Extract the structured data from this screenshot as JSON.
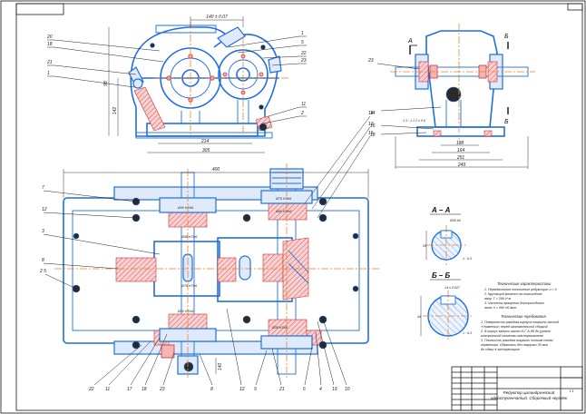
{
  "drawing": {
    "corner_stamp": "",
    "sheet_number": "",
    "top_view": {
      "dims": [
        "140 ± 0.07",
        "214",
        "305",
        "142",
        "98"
      ],
      "labels_left": [
        "20",
        "18",
        "21",
        "1"
      ],
      "labels_right": [
        "1",
        "5",
        "22",
        "23",
        "11",
        "2"
      ]
    },
    "side_view": {
      "section_marks": [
        "А",
        "Б",
        "Б"
      ],
      "dims": [
        "188",
        "164",
        "251",
        "249"
      ],
      "labels": [
        "23",
        "14",
        "16",
        "18"
      ],
      "note": "1  3 : 1  1 2 ± 0.5"
    },
    "main_view": {
      "dims": [
        "400",
        "140"
      ],
      "labels_left": [
        "7",
        "12",
        "3",
        "8",
        "2 5"
      ],
      "labels_top": [
        "14",
        "13",
        "15"
      ],
      "labels_bottom": [
        "22",
        "11",
        "17",
        "18",
        "23",
        "8",
        "12",
        "9",
        "21",
        "6",
        "4",
        "19",
        "10"
      ],
      "fits": [
        "Ø30 H7/k6",
        "Ø75 H7/k6",
        "Ø60 H7/n6",
        "Ø48 H7/n6",
        "Ø75 H7/k6",
        "Ø30 H7/n6",
        "Ø38 H7/k6"
      ]
    },
    "section_a": {
      "title": "А – А",
      "dims": [
        "Ø30 k6",
        "28",
        "1 : 6.3"
      ]
    },
    "section_b": {
      "title": "Б – Б",
      "dims": [
        "14 ± 0.027",
        "44",
        "1 : 6.3"
      ]
    },
    "notes": {
      "title1": "Технические характеристики",
      "lines1": [
        "1. Передаточное отношение редуктора: u = 5",
        "2. Крутящий момент на тихоходном",
        "   валу: Т = 299 Н·м",
        "3. Частота вращения быстроходного",
        "   вала: n = 960 об./мин"
      ],
      "title2": "Технические требования",
      "lines2": [
        "1. Поверхности разъёма корпуса покрыть пастой",
        "   «Герметик» перед окончательной сборкой",
        "2. В корпус залить масло И-Г-А-68 до уровня",
        "   контрольной отметки маслоуказателя",
        "3. Плоскость разъёма покрыть тонким слоем",
        "   герметика. Обкатать без нагрузки 30 мин",
        "   до сдачи в эксплуатацию"
      ]
    },
    "title_block": {
      "name_line1": "Редуктор цилиндрический",
      "name_line2": "одноступенчатый. Сборочный чертёж",
      "sheet": "1:1"
    }
  }
}
